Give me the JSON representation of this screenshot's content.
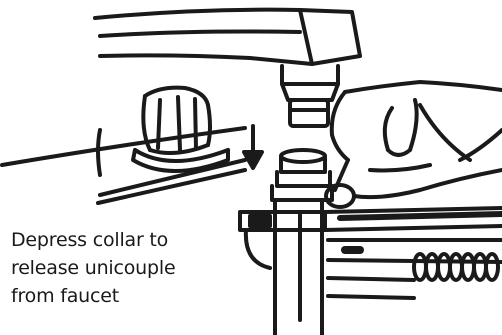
{
  "caption": {
    "lines": [
      "Depress collar to",
      "release unicouple",
      "from faucet"
    ]
  },
  "colors": {
    "ink": "#1a1a1a",
    "background": "#ffffff"
  },
  "icons": [
    "faucet-spout",
    "faucet-knob",
    "hand",
    "unicouple-collar",
    "hose",
    "down-arrow"
  ]
}
